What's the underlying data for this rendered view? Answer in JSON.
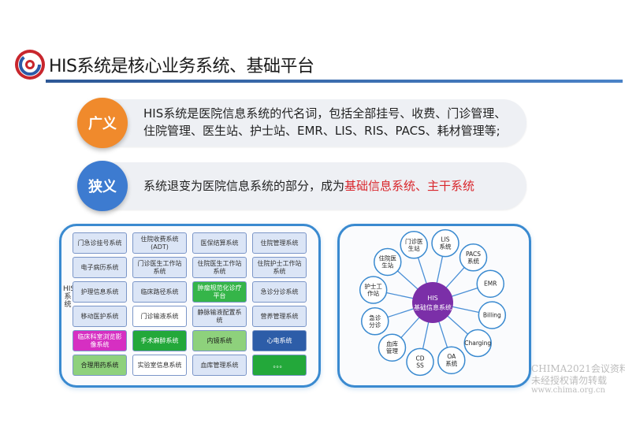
{
  "title": "HIS系统是核心业务系统、基础平台",
  "definitions": [
    {
      "badge": "广义",
      "color": "#f08a2c",
      "line1": "HIS系统是医院信息系统的代名词，包括全部挂号、收费、门诊管理、",
      "line2": "住院管理、医生站、护士站、EMR、LIS、RIS、PACS、耗材管理等;"
    },
    {
      "badge": "狭义",
      "color": "#3d7bd0",
      "text_normal": "系统退变为医院信息系统的部分，成为",
      "text_highlight": "基础信息系统、主干系统"
    }
  ],
  "his_grid": {
    "vertical_label": "HIS系统",
    "cells": [
      {
        "label": "门急诊挂号系统",
        "bg": "#dbe5f6",
        "fg": "#333333"
      },
      {
        "label": "住院收费系统(ADT)",
        "bg": "#dbe5f6",
        "fg": "#333333"
      },
      {
        "label": "医保结算系统",
        "bg": "#dbe5f6",
        "fg": "#333333"
      },
      {
        "label": "住院管理系统",
        "bg": "#dbe5f6",
        "fg": "#333333"
      },
      {
        "label": "电子病历系统",
        "bg": "#dbe5f6",
        "fg": "#333333"
      },
      {
        "label": "门诊医生工作站系统",
        "bg": "#dbe5f6",
        "fg": "#333333"
      },
      {
        "label": "住院医生工作站系统",
        "bg": "#dbe5f6",
        "fg": "#333333"
      },
      {
        "label": "住院护士工作站系统",
        "bg": "#dbe5f6",
        "fg": "#333333"
      },
      {
        "label": "护理信息系统",
        "bg": "#dbe5f6",
        "fg": "#333333"
      },
      {
        "label": "临床路径系统",
        "bg": "#dbe5f6",
        "fg": "#333333"
      },
      {
        "label": "肿瘤规范化诊疗平台",
        "bg": "#35b549",
        "fg": "#ffffff"
      },
      {
        "label": "急诊分诊系统",
        "bg": "#dbe5f6",
        "fg": "#333333"
      },
      {
        "label": "移动医护系统",
        "bg": "#dbe5f6",
        "fg": "#333333"
      },
      {
        "label": "门诊输液系统",
        "bg": "#ffffff",
        "fg": "#333333"
      },
      {
        "label": "静脉输液配置系统",
        "bg": "#dbe5f6",
        "fg": "#333333"
      },
      {
        "label": "营养管理系统",
        "bg": "#dbe5f6",
        "fg": "#333333"
      },
      {
        "label": "临床科室浏览影像系统",
        "bg": "#d62fc2",
        "fg": "#ffffff"
      },
      {
        "label": "手术麻醉系统",
        "bg": "#23a83a",
        "fg": "#ffffff"
      },
      {
        "label": "内镜系统",
        "bg": "#8ed17c",
        "fg": "#1a1a1a"
      },
      {
        "label": "心电系统",
        "bg": "#2d5da8",
        "fg": "#ffffff"
      },
      {
        "label": "合理用药系统",
        "bg": "#8ed17c",
        "fg": "#1a1a1a"
      },
      {
        "label": "实验室信息系统",
        "bg": "#ffffff",
        "fg": "#333333"
      },
      {
        "label": "血库管理系统",
        "bg": "#dbe5f6",
        "fg": "#333333"
      },
      {
        "label": "。。。",
        "bg": "#23a83a",
        "fg": "#ffffff"
      }
    ]
  },
  "hub": {
    "center_line1": "HIS",
    "center_line2": "基础信息系统",
    "nodes": [
      "LIS系统",
      "PACS系统",
      "EMR",
      "Billing",
      "Charging",
      "OA系统",
      "CDSS",
      "血库管理",
      "急诊分诊",
      "护士工作站",
      "住院医生站",
      "门诊医生站"
    ]
  },
  "watermark": {
    "line1": "CHIMA2021会议资料",
    "line2": "未经授权请勿转载",
    "line3": "www.chima.org.cn"
  }
}
